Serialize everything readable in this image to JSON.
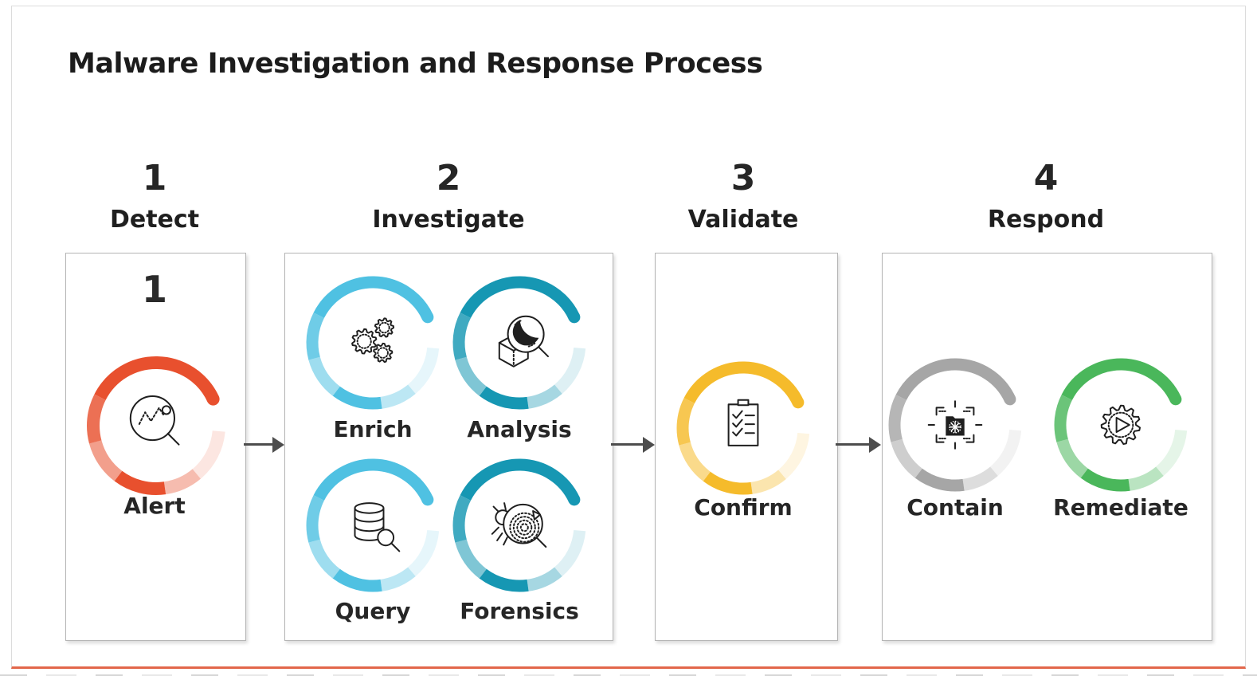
{
  "title": "Malware Investigation and Response Process",
  "stages": [
    {
      "number": "1",
      "label": "Detect",
      "box_number": "1",
      "items": [
        {
          "label": "Alert",
          "icon": "alert-magnifier-icon",
          "color": "#E8502E"
        }
      ]
    },
    {
      "number": "2",
      "label": "Investigate",
      "items": [
        {
          "label": "Enrich",
          "icon": "gears-icon",
          "color": "#4FC1E2"
        },
        {
          "label": "Analysis",
          "icon": "malware-analysis-magnifier-icon",
          "color": "#1697B3"
        },
        {
          "label": "Query",
          "icon": "database-search-icon",
          "color": "#4FC1E2"
        },
        {
          "label": "Forensics",
          "icon": "bug-forensics-magnifier-icon",
          "color": "#1697B3"
        }
      ]
    },
    {
      "number": "3",
      "label": "Validate",
      "items": [
        {
          "label": "Confirm",
          "icon": "checklist-clipboard-icon",
          "color": "#F5BB2B"
        }
      ]
    },
    {
      "number": "4",
      "label": "Respond",
      "items": [
        {
          "label": "Contain",
          "icon": "target-malware-icon",
          "color": "#A6A6A6"
        },
        {
          "label": "Remediate",
          "icon": "gear-play-icon",
          "color": "#4AB75B"
        }
      ]
    }
  ],
  "colors": {
    "text": "#1F1F1F",
    "arrow": "#4D4D4D",
    "box_border": "#B5B5B5",
    "bottom_rule": "#E2674B"
  }
}
